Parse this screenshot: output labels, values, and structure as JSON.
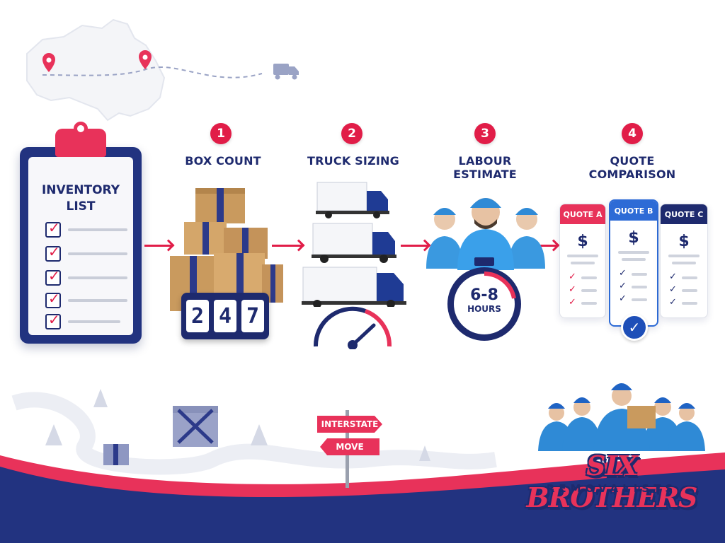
{
  "inventory": {
    "title_line1": "INVENTORY",
    "title_line2": "LIST"
  },
  "steps": [
    {
      "number": "1",
      "title": "BOX COUNT"
    },
    {
      "number": "2",
      "title": "TRUCK SIZING"
    },
    {
      "number": "3",
      "title_line1": "LABOUR",
      "title_line2": "ESTIMATE"
    },
    {
      "number": "4",
      "title_line1": "QUOTE",
      "title_line2": "COMPARISON"
    }
  ],
  "box_counter": {
    "digits": [
      "2",
      "4",
      "7"
    ]
  },
  "timer": {
    "line1": "6-8",
    "line2": "HOURS"
  },
  "quotes": [
    {
      "label": "QUOTE A",
      "symbol": "$"
    },
    {
      "label": "QUOTE B",
      "symbol": "$"
    },
    {
      "label": "QUOTE C",
      "symbol": "$"
    }
  ],
  "signpost": {
    "top": "INTERSTATE",
    "bottom": "MOVE"
  },
  "logo": {
    "name": "SIX BROTHERS",
    "tagline": "REMOVALISTS"
  },
  "colors": {
    "navy": "#1e2a6e",
    "red": "#e8325a",
    "blue": "#2f8ad6",
    "cardboard": "#c99a5e"
  },
  "icons": [
    "australia-map-icon",
    "location-pin-icon",
    "truck-icon",
    "clipboard-icon",
    "box-icon",
    "gauge-icon",
    "stopwatch-icon",
    "checkmark-icon",
    "tree-icon"
  ]
}
